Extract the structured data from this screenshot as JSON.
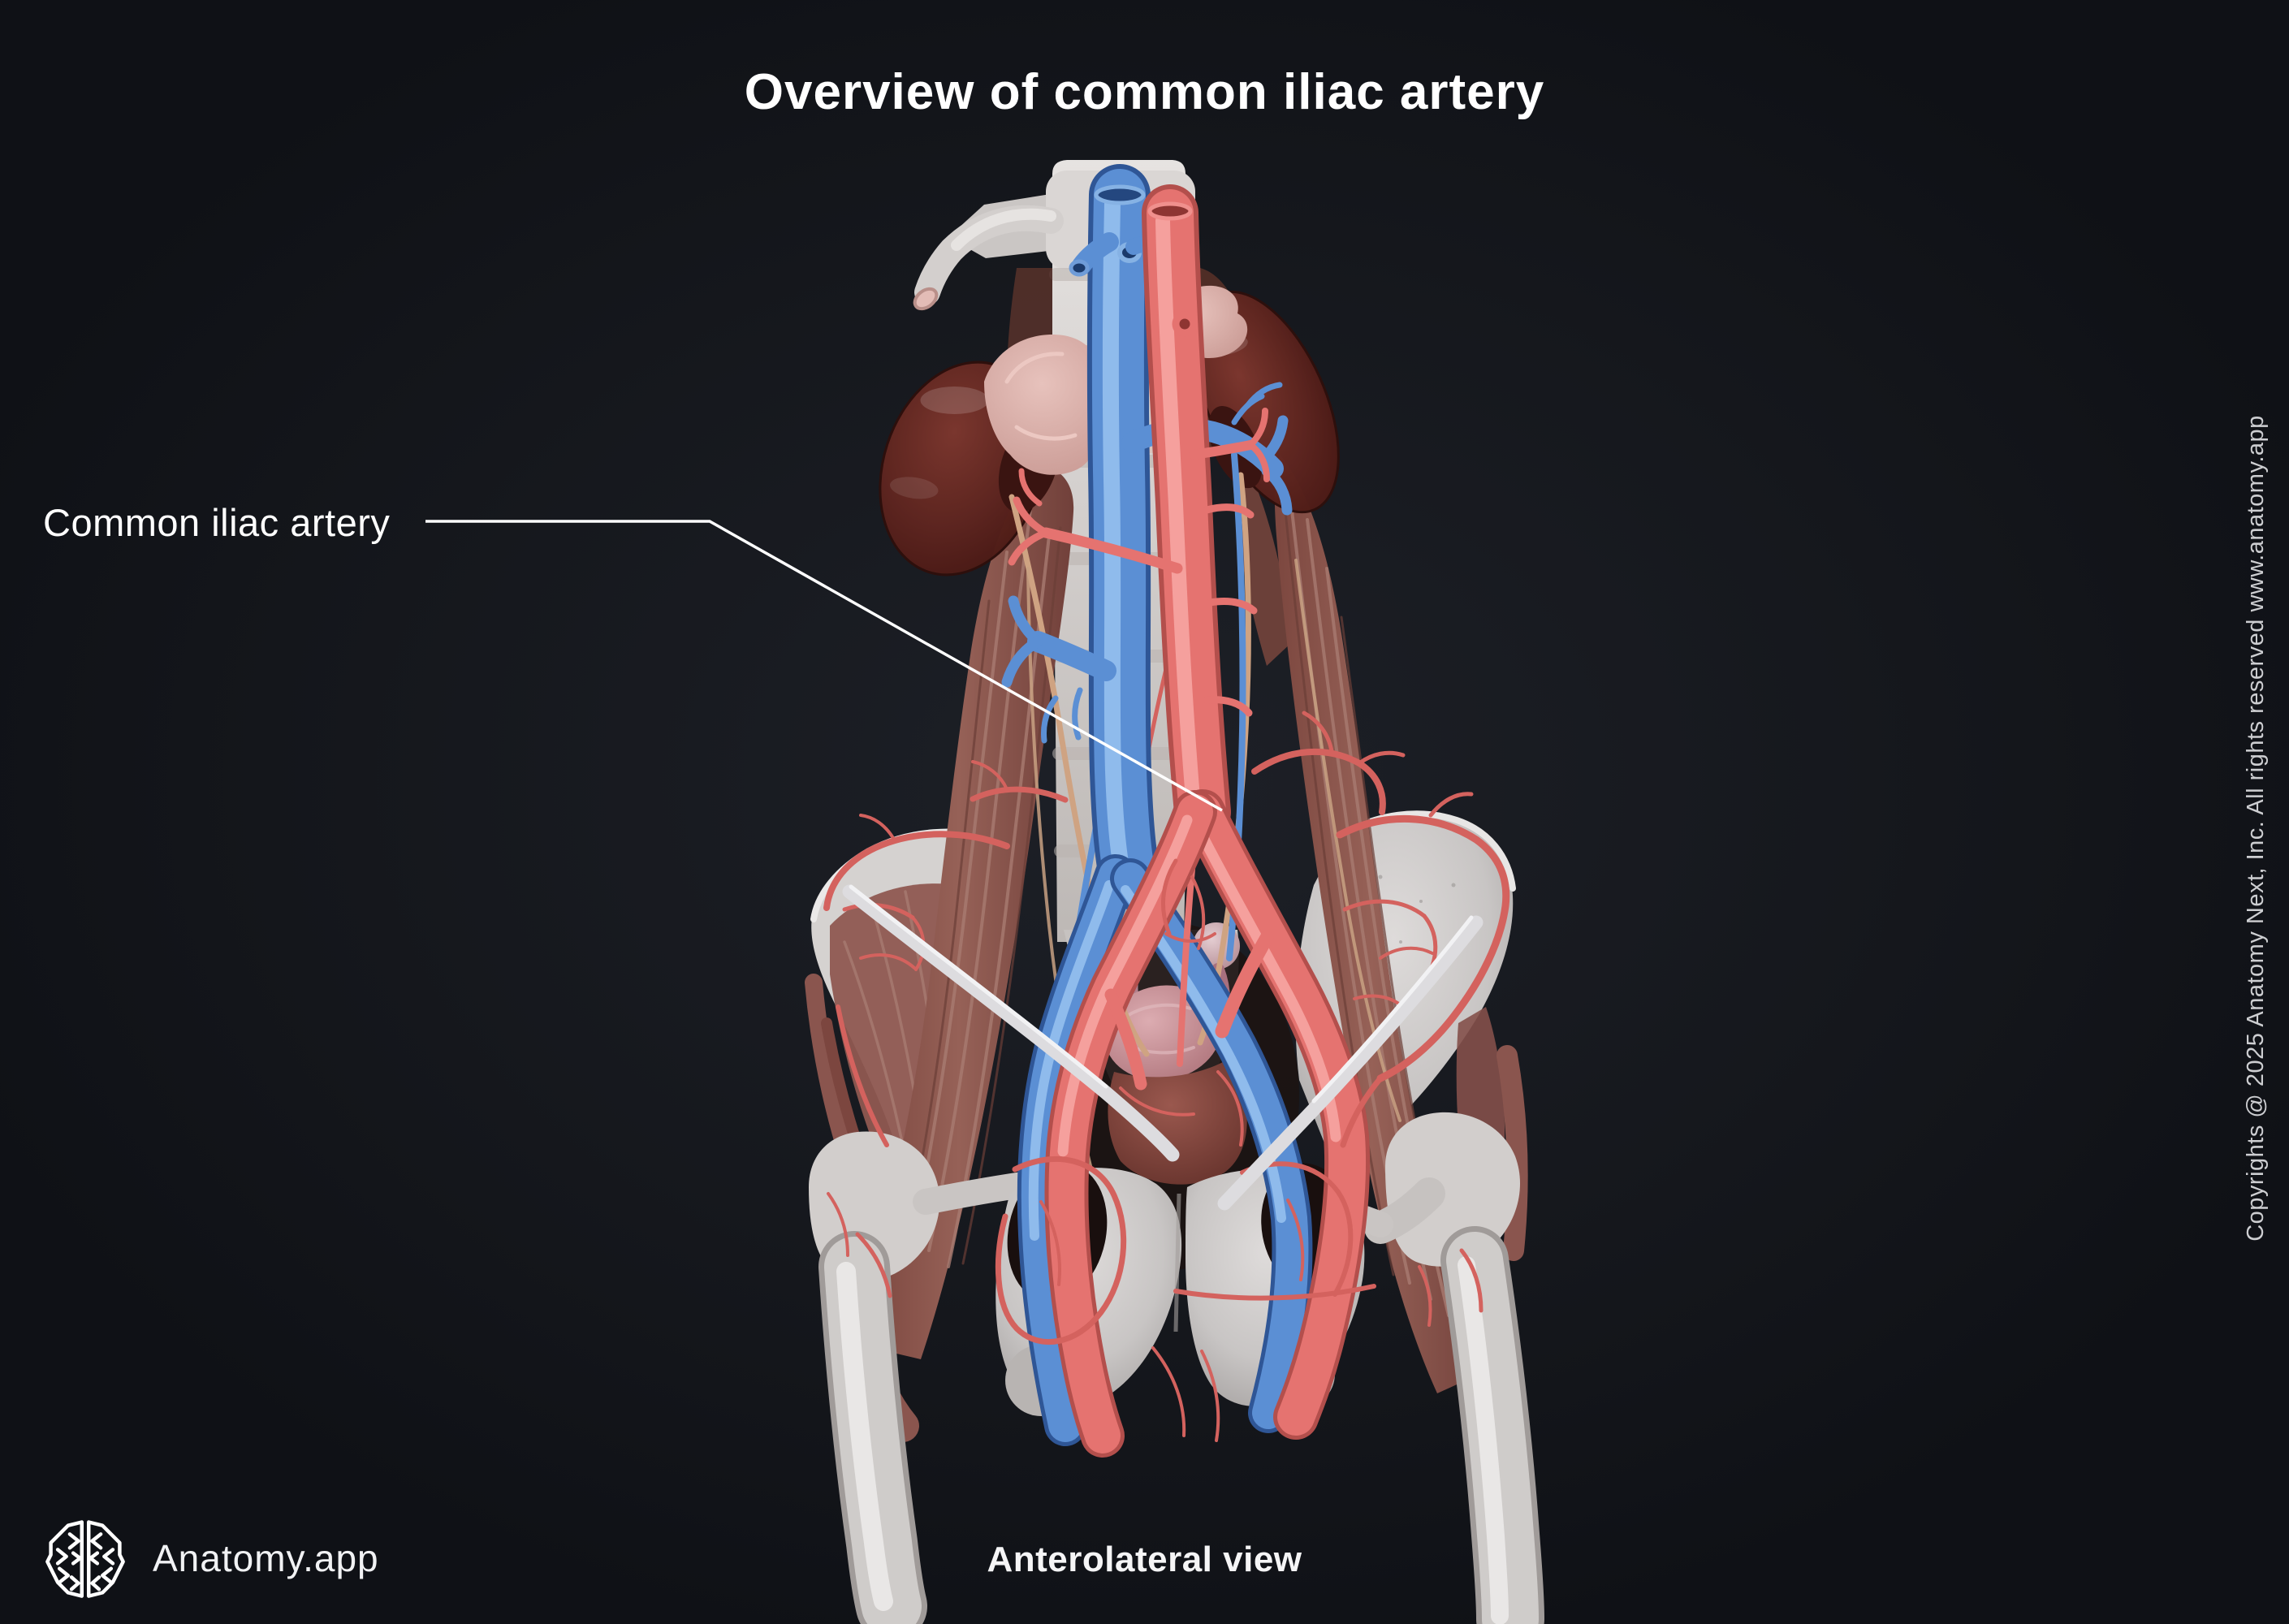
{
  "header": {
    "title": "Overview of common iliac artery"
  },
  "annotation": {
    "label": "Common iliac artery"
  },
  "footer": {
    "view_label": "Anterolateral view",
    "brand_name": "Anatomy.app"
  },
  "watermark": {
    "copyright": "Copyrights @ 2025 Anatomy Next, Inc. All rights reserved www.anatomy.app"
  },
  "icons": {
    "brand_logo": "brain-logo-icon"
  },
  "colors": {
    "background": "#0f1116",
    "artery_red": "#e57370",
    "vein_blue": "#5b8fd4",
    "bone_white": "#d5d2d0",
    "kidney_maroon": "#54201b",
    "muscle_brown": "#8d5850",
    "adrenal_pink": "#d8aaa4",
    "annotation_line": "#ffffff"
  }
}
